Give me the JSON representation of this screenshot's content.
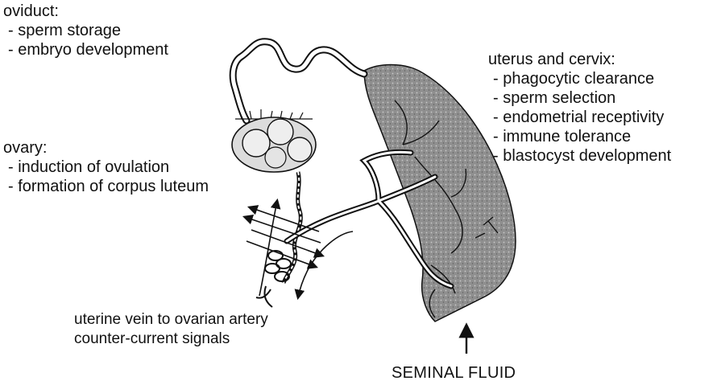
{
  "oviduct": {
    "heading": "oviduct:",
    "items": [
      "- sperm storage",
      "- embryo development"
    ]
  },
  "ovary": {
    "heading": "ovary:",
    "items": [
      "- induction of ovulation",
      "- formation of corpus luteum"
    ]
  },
  "uterus": {
    "heading": "uterus and cervix:",
    "items": [
      "- phagocytic clearance",
      "- sperm selection",
      "- endometrial receptivity",
      "- immune tolerance",
      "- blastocyst development"
    ]
  },
  "counter_current": {
    "line1": "uterine vein to ovarian artery",
    "line2": "counter-current signals"
  },
  "seminal_fluid": "SEMINAL FLUID",
  "colors": {
    "ink": "#111111",
    "uterus_fill": "#9a9a9a",
    "ovary_fill": "#d9d9d9"
  }
}
